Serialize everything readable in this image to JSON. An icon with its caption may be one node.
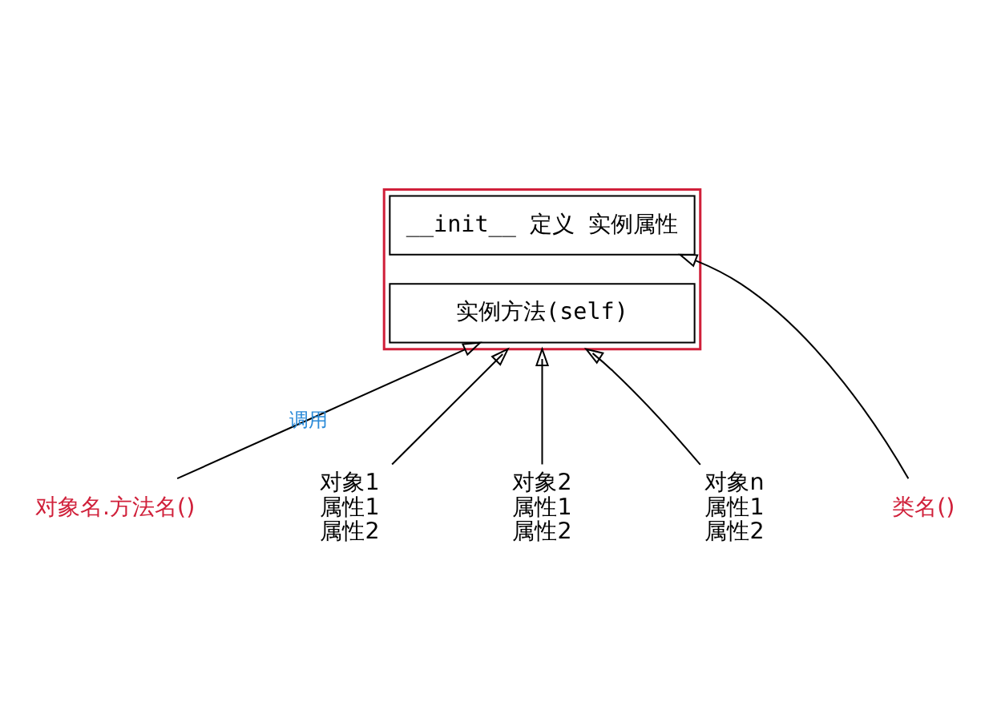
{
  "diagram": {
    "nodes": [
      {
        "text": [],
        "shape": "box"
      },
      {
        "text": [
          "__init__ 定义 实例属性"
        ],
        "in": 0
      },
      {
        "text": [
          "实例方法(self)"
        ],
        "in": 0
      },
      {
        "text": [
          "类名()"
        ]
      },
      {
        "text": [
          "对象名.方法名()"
        ]
      },
      {
        "text": [
          "对象1",
          "属性1",
          "属性2"
        ]
      },
      {
        "text": [
          "对象2",
          "属性1",
          "属性2"
        ]
      },
      {
        "text": [
          "对象n",
          "属性1",
          "属性2"
        ]
      }
    ],
    "edges": [
      {
        "from": 3,
        "to": 1,
        "arrow": "to"
      },
      {
        "from": 4,
        "to": 2,
        "arrow": "to",
        "label": "调用"
      },
      {
        "from": 5,
        "to": 0,
        "arrow": "to"
      },
      {
        "from": 6,
        "to": 0,
        "arrow": "to"
      },
      {
        "from": 7,
        "to": 0,
        "arrow": "to"
      }
    ]
  }
}
